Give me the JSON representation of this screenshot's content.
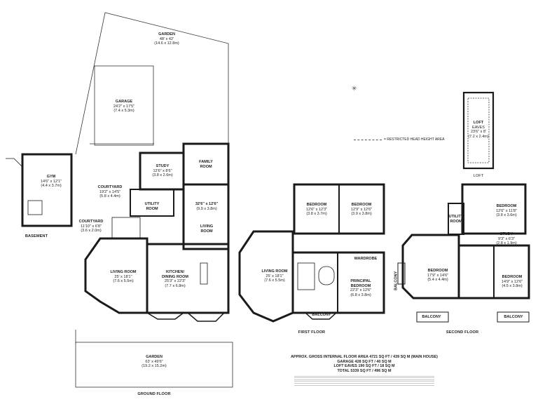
{
  "rooms": [
    {
      "name": "GARDEN",
      "dims": [
        "48' x 42'",
        "(14.6 x 12.8m)"
      ]
    },
    {
      "name": "GARAGE",
      "dims": [
        "24'2\" x 17'5\"",
        "(7.4 x 5.3m)"
      ]
    },
    {
      "name": "GYM",
      "dims": [
        "14'6\" x 12'1\"",
        "(4.4 x 3.7m)"
      ]
    },
    {
      "name": "STUDY",
      "dims": [
        "12'6\" x 8'6\"",
        "(3.8 x 2.6m)"
      ]
    },
    {
      "name": "FAMILY ROOM",
      "dims": []
    },
    {
      "name": "COURTYARD",
      "dims": [
        "19'2\" x 14'5\"",
        "(5.8 x 4.4m)"
      ]
    },
    {
      "name": "UTILITY ROOM",
      "dims": []
    },
    {
      "name": "32'6\" x 12'6\"",
      "dims": [
        "(9.9 x 3.8m)"
      ]
    },
    {
      "name": "LIVING ROOM",
      "dims": []
    },
    {
      "name": "COURTYARD",
      "dims": [
        "11'10\" x 6'8\"",
        "(3.6 x 2.0m)"
      ]
    },
    {
      "name": "LIVING ROOM",
      "dims": [
        "25' x 18'1\"",
        "(7.6 x 5.5m)"
      ]
    },
    {
      "name": "KITCHEN/ DINING ROOM",
      "dims": [
        "25'3\" x 22'3\"",
        "(7.7 x 6.8m)"
      ]
    },
    {
      "name": "GARDEN",
      "dims": [
        "63' x 49'6\"",
        "(19.2 x 15.2m)"
      ]
    },
    {
      "name": "BEDROOM",
      "dims": [
        "12'6\" x 12'3\"",
        "(3.8 x 3.7m)"
      ]
    },
    {
      "name": "BEDROOM",
      "dims": [
        "12'9\" x 12'6\"",
        "(3.9 x 3.8m)"
      ]
    },
    {
      "name": "WARDROBE",
      "dims": []
    },
    {
      "name": "LIVING ROOM",
      "dims": [
        "25' x 18'1\"",
        "(7.6 x 5.5m)"
      ]
    },
    {
      "name": "PRINCIPAL BEDROOM",
      "dims": [
        "22'3\" x 12'6\"",
        "(6.8 x 3.8m)"
      ]
    },
    {
      "name": "BALCONY",
      "dims": []
    },
    {
      "name": "LOFT",
      "dims": [
        "EAVES",
        "23'6\" x 8'",
        "(7.2 x 2.4m)"
      ]
    },
    {
      "name": "BEDROOM",
      "dims": [
        "12'6\" x 11'8\"",
        "(3.8 x 3.6m)"
      ]
    },
    {
      "name": "UTILITY ROOM",
      "dims": []
    },
    {
      "name": "STUDY",
      "dims": [
        "9'3\" x 6'3\"",
        "(2.8 x 1.9m)"
      ]
    },
    {
      "name": "BEDROOM",
      "dims": [
        "17'9\" x 14'6\"",
        "(5.4 x 4.4m)"
      ]
    },
    {
      "name": "BEDROOM",
      "dims": [
        "14'9\" x 12'6\"",
        "(4.5 x 3.8m)"
      ]
    },
    {
      "name": "BALCONY",
      "dims": []
    },
    {
      "name": "BALCONY",
      "dims": []
    },
    {
      "name": "BALCONY",
      "dims": []
    }
  ],
  "floors": [
    "BASEMENT",
    "GROUND FLOOR",
    "FIRST FLOOR",
    "SECOND FLOOR",
    "LOFT"
  ],
  "legend": "= RESTRICTED HEAD HEIGHT AREA",
  "area_lines": [
    "APPROX. GROSS INTERNAL FLOOR AREA 4721 SQ FT / 439 SQ M (MAIN HOUSE)",
    "GARAGE 428 SQ FT / 40 SQ M",
    "LOFT EAVES 190 SQ FT / 18 SQ M",
    "TOTAL 5339 SQ FT / 496 SQ M"
  ],
  "compass_icon": "compass-rose-icon",
  "colors": {
    "wall": "#1a1a1a",
    "line": "#333333"
  }
}
